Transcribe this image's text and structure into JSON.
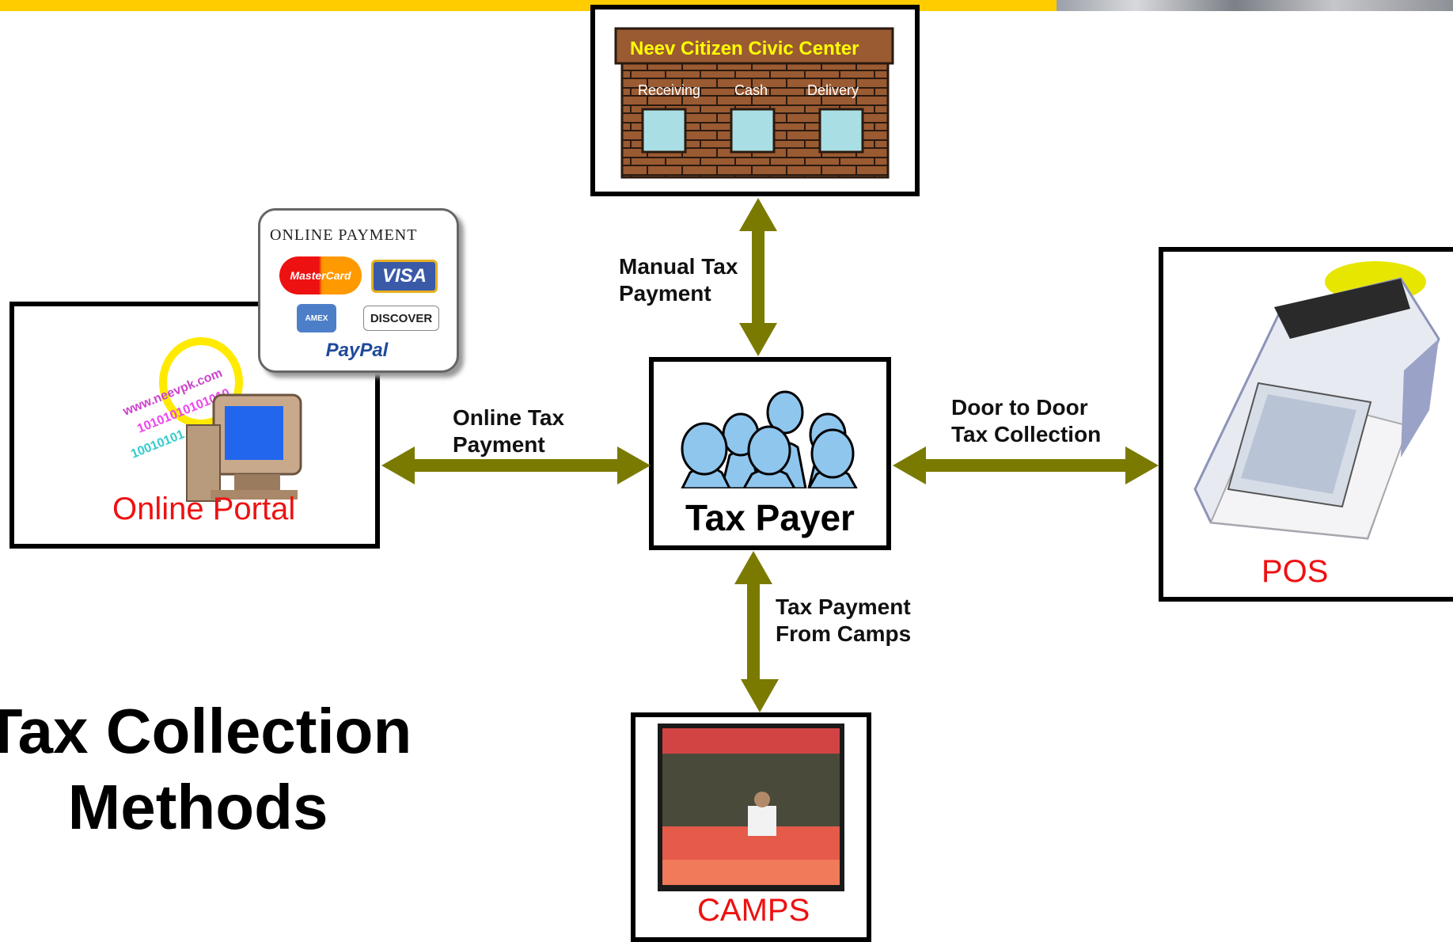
{
  "diagram": {
    "title": "Tax Collection\nMethods",
    "center": {
      "label": "Tax Payer"
    },
    "civic_center": {
      "name": "Neev Citizen Civic Center",
      "counters": [
        "Receiving",
        "Cash",
        "Delivery"
      ]
    },
    "online_portal": {
      "label": "Online Portal",
      "url_text": "www.neevpk.com",
      "binary_text": [
        "10101010101010",
        "10010101"
      ]
    },
    "online_payment_card": {
      "heading": "ONLINE PAYMENT",
      "brands": [
        "MasterCard",
        "VISA",
        "AMEX",
        "DISCOVER",
        "PayPal"
      ]
    },
    "pos": {
      "label": "POS"
    },
    "camps": {
      "label": "CAMPS"
    },
    "edges": {
      "manual": "Manual Tax\nPayment",
      "online": "Online Tax\nPayment",
      "door": "Door to Door\nTax Collection",
      "camps": "Tax Payment\nFrom Camps"
    },
    "colors": {
      "arrow": "#7a7a00",
      "header_band": "#ffcc00",
      "brick": "#9a5a32",
      "red_label": "#ee1111"
    }
  }
}
